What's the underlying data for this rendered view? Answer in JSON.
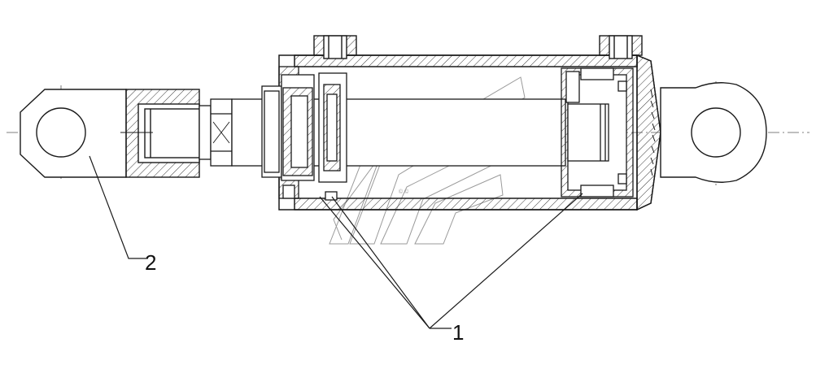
{
  "drawing": {
    "callouts": [
      {
        "id": "2",
        "label": "2"
      },
      {
        "id": "1",
        "label": "1"
      }
    ]
  },
  "colors": {
    "line": "#1a1a1a",
    "hatch": "#3a3a3a",
    "watermark": "#9a9a9a",
    "background": "#ffffff"
  }
}
